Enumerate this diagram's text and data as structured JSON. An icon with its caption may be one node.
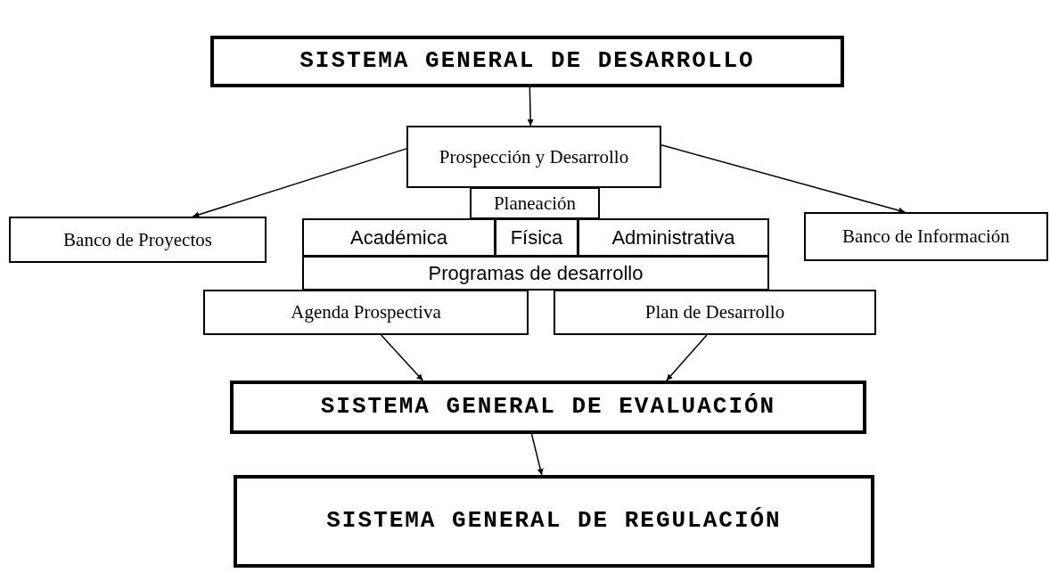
{
  "diagram": {
    "nodes": [
      {
        "text": [
          "SISTEMA GENERAL DE DESARROLLO"
        ]
      },
      {
        "text": [
          "Prospección y Desarrollo"
        ]
      },
      {
        "text": [
          "Planeación"
        ]
      },
      {
        "text": [
          "Académica"
        ]
      },
      {
        "text": [
          "Física"
        ]
      },
      {
        "text": [
          "Administrativa"
        ]
      },
      {
        "text": [
          "Programas de desarrollo"
        ]
      },
      {
        "text": [
          "Agenda Prospectiva"
        ]
      },
      {
        "text": [
          "Plan de Desarrollo"
        ]
      },
      {
        "text": [
          "Banco de Proyectos"
        ]
      },
      {
        "text": [
          "Banco de Información"
        ]
      },
      {
        "text": [
          "SISTEMA GENERAL DE EVALUACIÓN"
        ]
      },
      {
        "text": [
          "SISTEMA GENERAL DE REGULACIÓN"
        ]
      }
    ],
    "edges": [
      {
        "from": 0,
        "to": 1,
        "arrow": "to"
      },
      {
        "from": 1,
        "to": 9,
        "arrow": "to"
      },
      {
        "from": 1,
        "to": 10,
        "arrow": "to"
      },
      {
        "from": 7,
        "to": 11,
        "arrow": "to"
      },
      {
        "from": 8,
        "to": 11,
        "arrow": "to"
      },
      {
        "from": 11,
        "to": 12,
        "arrow": "to"
      }
    ]
  }
}
